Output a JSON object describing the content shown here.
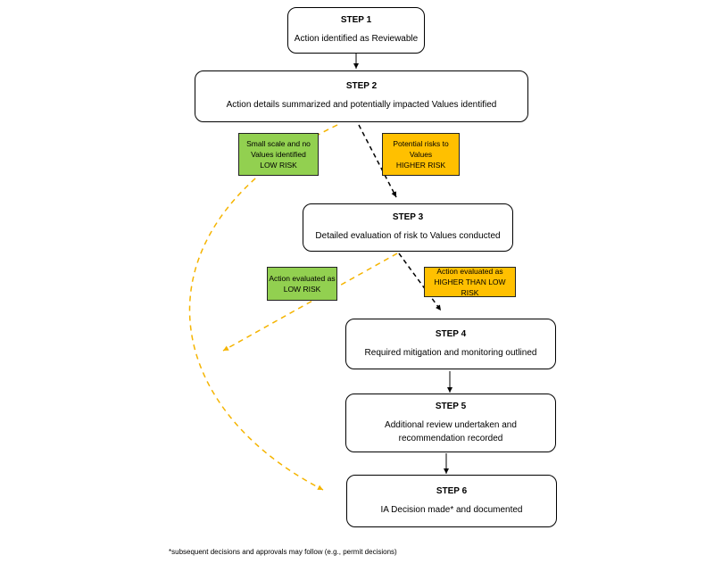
{
  "steps": [
    {
      "title": "STEP 1",
      "lines": [
        "Action identified as Reviewable"
      ]
    },
    {
      "title": "STEP 2",
      "lines": [
        "Action details summarized and potentially impacted Values identified"
      ]
    },
    {
      "title": "STEP 3",
      "lines": [
        "Detailed evaluation of risk to Values conducted"
      ]
    },
    {
      "title": "STEP 4",
      "lines": [
        "Required mitigation and monitoring outlined"
      ]
    },
    {
      "title": "STEP 5",
      "lines": [
        "Additional review undertaken and",
        "recommendation recorded"
      ]
    },
    {
      "title": "STEP 6",
      "lines": [
        "IA Decision made* and documented"
      ]
    }
  ],
  "risk_boxes": [
    {
      "lines": [
        "Small scale and no",
        "Values identified",
        "LOW RISK"
      ],
      "color": "#92d050"
    },
    {
      "lines": [
        "Potential risks to",
        "Values",
        "HIGHER RISK"
      ],
      "color": "#ffc000"
    },
    {
      "lines": [
        "Action evaluated as",
        "LOW RISK"
      ],
      "color": "#92d050"
    },
    {
      "lines": [
        "Action evaluated as",
        "HIGHER THAN LOW RISK"
      ],
      "color": "#ffc000"
    }
  ],
  "footnote": "*subsequent decisions and approvals may follow (e.g., permit decisions)",
  "colors": {
    "solid_arrow": "#000000",
    "dashed_black_arrow": "#000000",
    "dashed_yellow_arrow": "#f5b400"
  }
}
